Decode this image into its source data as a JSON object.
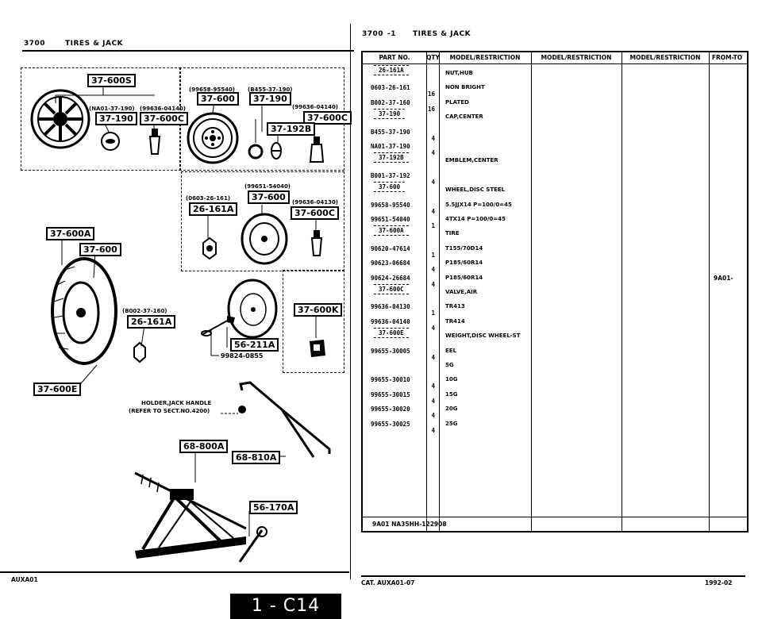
{
  "left_header": {
    "code": "3700",
    "title": "TIRES & JACK"
  },
  "right_header": {
    "code": "3700",
    "mark": "-1",
    "title": "TIRES & JACK"
  },
  "diagram": {
    "callouts": {
      "c37600S": "37-600S",
      "c37600": "37-600",
      "c37190a": "37-190",
      "c37190b": "37-190",
      "c37600Ca": "37-600C",
      "c37600Cb": "37-600C",
      "c37192B": "37-192B",
      "c37600c": "37-600",
      "c26161A": "26-161A",
      "c37600Cc": "37-600C",
      "c37600A": "37-600A",
      "c37600d": "37-600",
      "c26161Ab": "26-161A",
      "c37600K": "37-600K",
      "c56211A": "56-211A",
      "c37600E": "37-600E",
      "c68800A": "68-800A",
      "c68810A": "68-810A",
      "c56170A": "56-170A"
    },
    "refs": {
      "r1": "(NA01-37-190)",
      "r2": "(99636-04140)",
      "r3": "(99658-95540)",
      "r4": "(B455-37-190)",
      "r5": "(99636-04140)",
      "r6": "(0603-26-161)",
      "r7": "(99651-54040)",
      "r8": "(99636-04130)",
      "r9": "(B002-37-160)",
      "r10": "99824-0855",
      "holder1": "HOLDER,JACK HANDLE",
      "holder2": "(REFER TO SECT.NO.4200)"
    }
  },
  "table": {
    "headers": [
      "PART NO.",
      "QTY",
      "MODEL/RESTRICTION",
      "MODEL/RESTRICTION",
      "MODEL/RESTRICTION",
      "FROM-TO"
    ],
    "rows": [
      {
        "ref": "26-161A",
        "part": "",
        "qty": "",
        "desc": "NUT,HUB",
        "from": ""
      },
      {
        "ref": "",
        "part": "0603-26-161",
        "qty": "16",
        "desc": "NON BRIGHT",
        "from": ""
      },
      {
        "ref": "",
        "part": "B002-37-160",
        "qty": "16",
        "desc": "PLATED",
        "from": ""
      },
      {
        "ref": "37-190",
        "part": "",
        "qty": "",
        "desc": "CAP,CENTER",
        "from": ""
      },
      {
        "ref": "",
        "part": "B455-37-190",
        "qty": "4",
        "desc": "",
        "from": ""
      },
      {
        "ref": "",
        "part": "NA01-37-190",
        "qty": "4",
        "desc": "",
        "from": ""
      },
      {
        "ref": "37-192B",
        "part": "",
        "qty": "",
        "desc": "EMBLEM,CENTER",
        "from": ""
      },
      {
        "ref": "",
        "part": "B001-37-192",
        "qty": "4",
        "desc": "",
        "from": ""
      },
      {
        "ref": "37-600",
        "part": "",
        "qty": "",
        "desc": "WHEEL,DISC STEEL",
        "from": ""
      },
      {
        "ref": "",
        "part": "99658-95540",
        "qty": "4",
        "desc": "5.5JJX14 P=100/0=45",
        "from": ""
      },
      {
        "ref": "",
        "part": "99651-54040",
        "qty": "1",
        "desc": "4TX14 P=100/0=45",
        "from": ""
      },
      {
        "ref": "37-600A",
        "part": "",
        "qty": "",
        "desc": "TIRE",
        "from": ""
      },
      {
        "ref": "",
        "part": "90620-47614",
        "qty": "1",
        "desc": "T155/70D14",
        "from": ""
      },
      {
        "ref": "",
        "part": "90623-06684",
        "qty": "4",
        "desc": "P185/60R14",
        "from": ""
      },
      {
        "ref": "",
        "part": "90624-26684",
        "qty": "4",
        "desc": "P185/60R14",
        "from": "9A01-"
      },
      {
        "ref": "37-600C",
        "part": "",
        "qty": "",
        "desc": "VALVE,AIR",
        "from": ""
      },
      {
        "ref": "",
        "part": "99636-04130",
        "qty": "1",
        "desc": "TR413",
        "from": ""
      },
      {
        "ref": "",
        "part": "99636-04140",
        "qty": "4",
        "desc": "TR414",
        "from": ""
      },
      {
        "ref": "37-600E",
        "part": "",
        "qty": "",
        "desc": "WEIGHT,DISC WHEEL-ST",
        "from": ""
      },
      {
        "ref": "",
        "part": "99655-30005",
        "qty": "4",
        "desc": "EEL",
        "from": ""
      },
      {
        "ref": "",
        "part": "",
        "qty": "",
        "desc": "5G",
        "from": ""
      },
      {
        "ref": "",
        "part": "99655-30010",
        "qty": "4",
        "desc": "10G",
        "from": ""
      },
      {
        "ref": "",
        "part": "99655-30015",
        "qty": "4",
        "desc": "15G",
        "from": ""
      },
      {
        "ref": "",
        "part": "99655-30020",
        "qty": "4",
        "desc": "20G",
        "from": ""
      },
      {
        "ref": "",
        "part": "99655-30025",
        "qty": "4",
        "desc": "25G",
        "from": ""
      }
    ],
    "note": "9A01 NA35HH-122908"
  },
  "footer": {
    "left_code": "AUXA01",
    "cat": "CAT. AUXA01-07",
    "date": "1992-02",
    "page": "1 - C14"
  }
}
